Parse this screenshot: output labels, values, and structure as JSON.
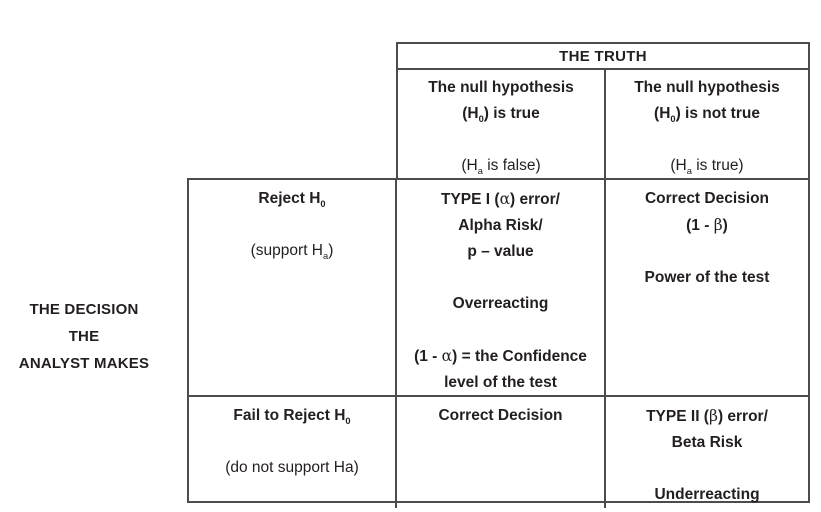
{
  "meta": {
    "background": "#ffffff",
    "text_color": "#231f20",
    "border_color": "#4c4c4e"
  },
  "decision_label": {
    "lines": [
      {
        "text": "THE DECISION",
        "bold": true
      },
      {
        "text": "THE",
        "bold": true
      },
      {
        "text": "ANALYST MAKES",
        "bold": true
      }
    ]
  },
  "truth": {
    "title": "THE TRUTH",
    "columns": [
      {
        "lines": [
          {
            "text": "The null hypothesis",
            "bold": true
          },
          {
            "text": "(H_{0}) is true",
            "bold": true
          },
          {
            "text": ""
          },
          {
            "text": "(H_{a} is false)",
            "bold": false
          }
        ]
      },
      {
        "lines": [
          {
            "text": "The null hypothesis",
            "bold": true
          },
          {
            "text": "(H_{0}) is not true",
            "bold": true
          },
          {
            "text": ""
          },
          {
            "text": "(H_{a} is true)",
            "bold": false
          }
        ]
      }
    ]
  },
  "matrix": {
    "rows": [
      {
        "header": {
          "lines": [
            {
              "text": "Reject H_{0}",
              "bold": true
            },
            {
              "text": ""
            },
            {
              "text": "(support H_{a})",
              "bold": false
            }
          ]
        },
        "cells": [
          {
            "lines": [
              {
                "text": "TYPE I (α) error/",
                "bold": true
              },
              {
                "text": "Alpha Risk/",
                "bold": true
              },
              {
                "text": "p – value",
                "bold": true
              },
              {
                "text": ""
              },
              {
                "text": "Overreacting",
                "bold": true
              },
              {
                "text": ""
              },
              {
                "text": "(1 - α) = the Confidence",
                "bold": true
              },
              {
                "text": "level of the test",
                "bold": true
              }
            ]
          },
          {
            "lines": [
              {
                "text": "Correct Decision",
                "bold": true
              },
              {
                "text": "(1 - β)",
                "bold": true
              },
              {
                "text": ""
              },
              {
                "text": "Power of the test",
                "bold": true
              }
            ]
          }
        ]
      },
      {
        "header": {
          "lines": [
            {
              "text": "Fail to Reject H_{0}",
              "bold": true
            },
            {
              "text": ""
            },
            {
              "text": "(do not support Ha)",
              "bold": false
            }
          ]
        },
        "cells": [
          {
            "lines": [
              {
                "text": "Correct Decision",
                "bold": true
              }
            ]
          },
          {
            "lines": [
              {
                "text": "TYPE II (β) error/",
                "bold": true
              },
              {
                "text": "Beta Risk",
                "bold": true
              },
              {
                "text": ""
              },
              {
                "text": "Underreacting",
                "bold": true
              }
            ]
          }
        ]
      }
    ]
  }
}
